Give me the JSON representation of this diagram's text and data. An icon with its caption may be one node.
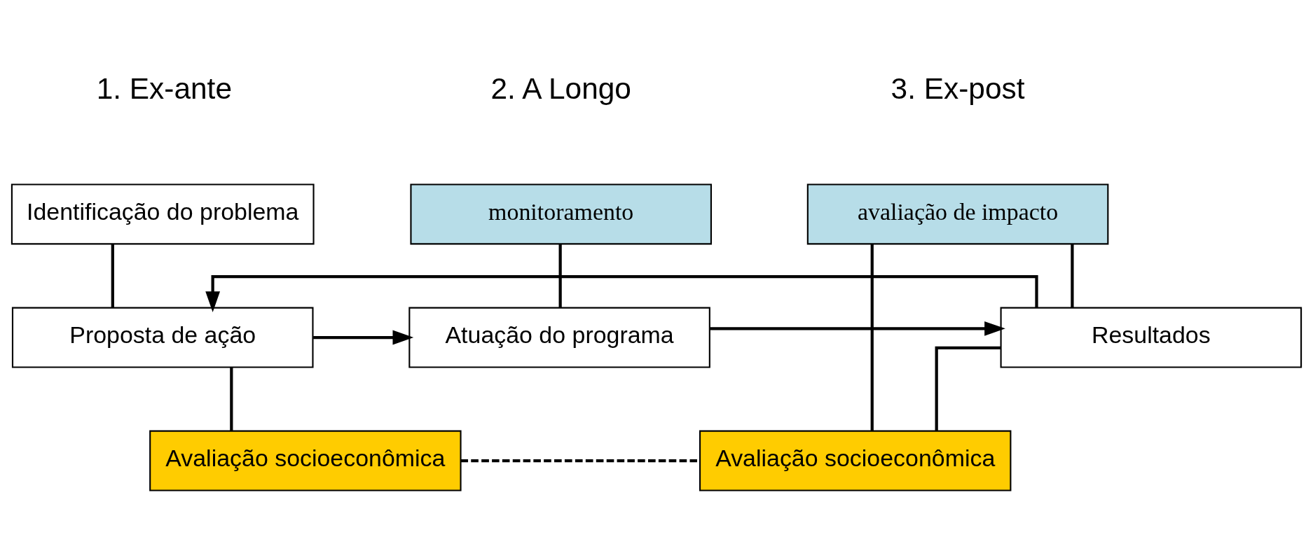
{
  "diagram": {
    "nodes": [
      {
        "text": [
          "Identificação do problema"
        ]
      },
      {
        "text": [
          "monitoramento"
        ]
      },
      {
        "text": [
          "avaliação de impacto"
        ]
      },
      {
        "text": [
          "Proposta de ação"
        ]
      },
      {
        "text": [
          "Atuação do programa"
        ]
      },
      {
        "text": [
          "Resultados"
        ]
      },
      {
        "text": [
          "Avaliação socioeconômica"
        ]
      },
      {
        "text": [
          "Avaliação socioeconômica"
        ]
      }
    ],
    "edges": [
      {
        "from": 0,
        "to": 3,
        "arrow": "none"
      },
      {
        "from": 1,
        "to": 4,
        "arrow": "none"
      },
      {
        "from": 2,
        "to": 5,
        "arrow": "none"
      },
      {
        "from": 3,
        "to": 6,
        "arrow": "none"
      },
      {
        "from": 5,
        "to": 7,
        "arrow": "none"
      },
      {
        "from": 3,
        "to": 4,
        "arrow": "to"
      },
      {
        "from": 4,
        "to": 5,
        "arrow": "to"
      },
      {
        "from": 6,
        "to": 7,
        "arrow": "none",
        "style": "dashed"
      },
      {
        "from": 2,
        "to": 7,
        "arrow": "none"
      },
      {
        "from": 5,
        "to": 3,
        "arrow": "to"
      }
    ],
    "labels": [
      "1. Ex-ante",
      "2. A Longo",
      "3. Ex-post"
    ]
  }
}
